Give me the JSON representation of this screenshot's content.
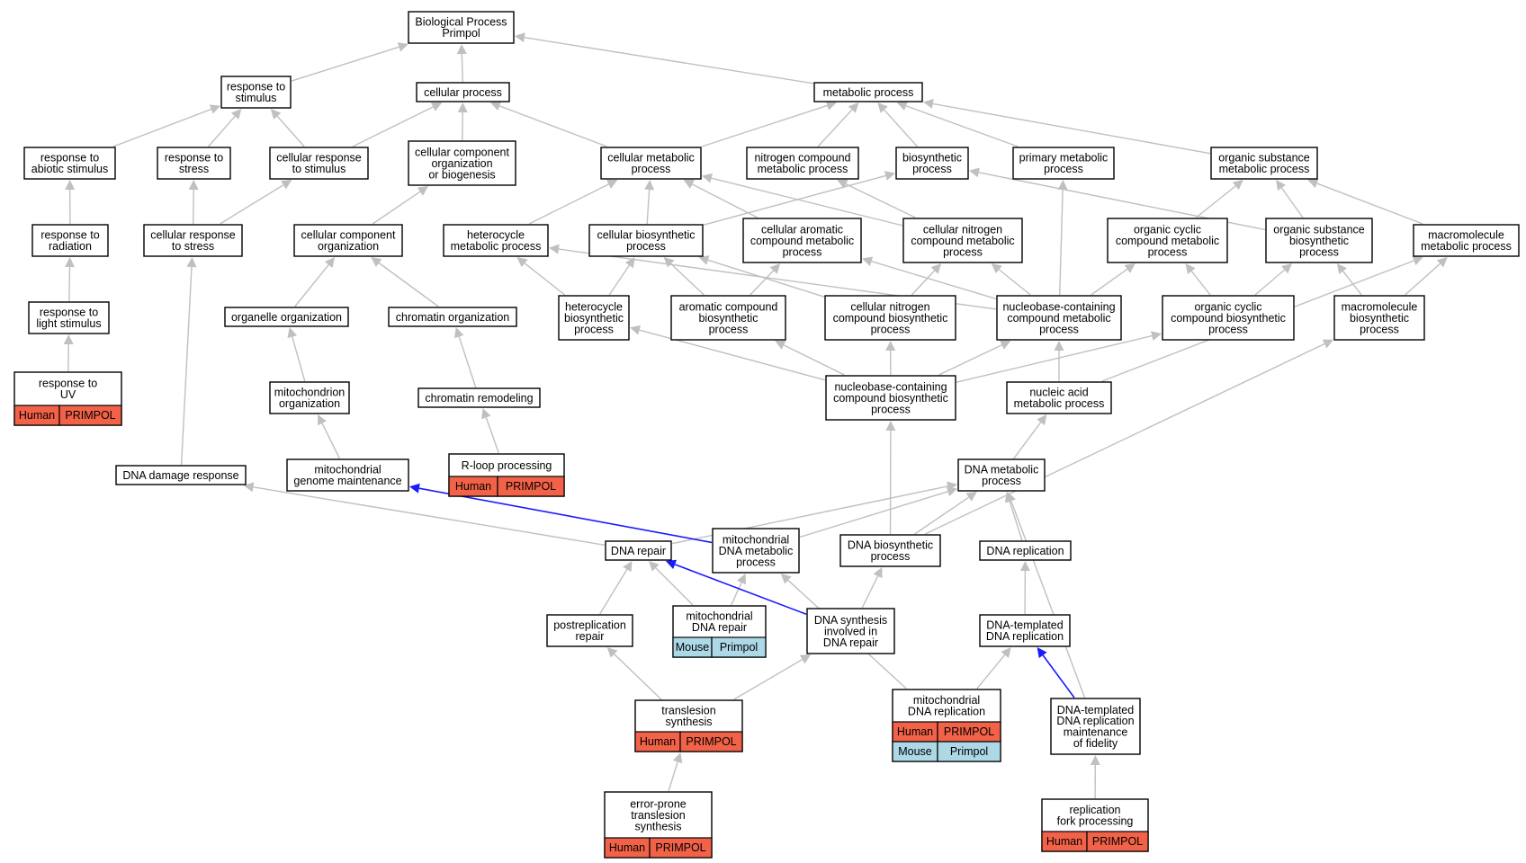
{
  "colors": {
    "human": "#f26248",
    "mouse": "#add8e6",
    "edge": "#c0c0c0",
    "highlight_edge": "#1a1aff",
    "border": "#000000"
  },
  "nodes": {
    "bp": {
      "lines": [
        "Biological Process",
        "Primpol"
      ]
    },
    "resp_stim": {
      "lines": [
        "response to",
        "stimulus"
      ]
    },
    "cell_proc": {
      "lines": [
        "cellular process"
      ]
    },
    "met_proc": {
      "lines": [
        "metabolic process"
      ]
    },
    "resp_abiotic": {
      "lines": [
        "response to",
        "abiotic stimulus"
      ]
    },
    "resp_stress": {
      "lines": [
        "response to",
        "stress"
      ]
    },
    "cell_resp_stim": {
      "lines": [
        "cellular response",
        "to stimulus"
      ]
    },
    "ccob": {
      "lines": [
        "cellular component",
        "organization",
        "or biogenesis"
      ]
    },
    "cell_met": {
      "lines": [
        "cellular metabolic",
        "process"
      ]
    },
    "nitro_met": {
      "lines": [
        "nitrogen compound",
        "metabolic process"
      ]
    },
    "biosyn": {
      "lines": [
        "biosynthetic",
        "process"
      ]
    },
    "prim_met": {
      "lines": [
        "primary metabolic",
        "process"
      ]
    },
    "org_sub_met": {
      "lines": [
        "organic substance",
        "metabolic process"
      ]
    },
    "resp_rad": {
      "lines": [
        "response to",
        "radiation"
      ]
    },
    "cell_resp_stress": {
      "lines": [
        "cellular response",
        "to stress"
      ]
    },
    "cc_org": {
      "lines": [
        "cellular component",
        "organization"
      ]
    },
    "hetero_met": {
      "lines": [
        "heterocycle",
        "metabolic process"
      ]
    },
    "cell_biosyn": {
      "lines": [
        "cellular biosynthetic",
        "process"
      ]
    },
    "cell_arom_met": {
      "lines": [
        "cellular aromatic",
        "compound metabolic",
        "process"
      ]
    },
    "cell_nitro_met": {
      "lines": [
        "cellular nitrogen",
        "compound metabolic",
        "process"
      ]
    },
    "org_cyc_met": {
      "lines": [
        "organic cyclic",
        "compound metabolic",
        "process"
      ]
    },
    "org_sub_biosyn": {
      "lines": [
        "organic substance",
        "biosynthetic",
        "process"
      ]
    },
    "macro_met": {
      "lines": [
        "macromolecule",
        "metabolic process"
      ]
    },
    "resp_light": {
      "lines": [
        "response to",
        "light stimulus"
      ]
    },
    "organelle_org": {
      "lines": [
        "organelle organization"
      ]
    },
    "chrom_org": {
      "lines": [
        "chromatin organization"
      ]
    },
    "hetero_biosyn": {
      "lines": [
        "heterocycle",
        "biosynthetic",
        "process"
      ]
    },
    "arom_biosyn": {
      "lines": [
        "aromatic compound",
        "biosynthetic",
        "process"
      ]
    },
    "cell_nitro_biosyn": {
      "lines": [
        "cellular nitrogen",
        "compound biosynthetic",
        "process"
      ]
    },
    "nucbase_met": {
      "lines": [
        "nucleobase-containing",
        "compound metabolic",
        "process"
      ]
    },
    "org_cyc_biosyn": {
      "lines": [
        "organic cyclic",
        "compound biosynthetic",
        "process"
      ]
    },
    "macro_biosyn": {
      "lines": [
        "macromolecule",
        "biosynthetic",
        "process"
      ]
    },
    "resp_uv": {
      "lines": [
        "response to",
        "UV"
      ],
      "rows": [
        [
          "Human",
          "PRIMPOL"
        ]
      ]
    },
    "mito_org": {
      "lines": [
        "mitochondrion",
        "organization"
      ]
    },
    "chrom_remod": {
      "lines": [
        "chromatin remodeling"
      ]
    },
    "nucbase_biosyn": {
      "lines": [
        "nucleobase-containing",
        "compound biosynthetic",
        "process"
      ]
    },
    "nuc_acid_met": {
      "lines": [
        "nucleic acid",
        "metabolic process"
      ]
    },
    "dna_dmg": {
      "lines": [
        "DNA damage response"
      ]
    },
    "mito_genome": {
      "lines": [
        "mitochondrial",
        "genome maintenance"
      ]
    },
    "rloop": {
      "lines": [
        "R-loop processing"
      ],
      "rows": [
        [
          "Human",
          "PRIMPOL"
        ]
      ]
    },
    "dna_met": {
      "lines": [
        "DNA metabolic",
        "process"
      ]
    },
    "dna_repair": {
      "lines": [
        "DNA repair"
      ]
    },
    "mito_dna_met": {
      "lines": [
        "mitochondrial",
        "DNA metabolic",
        "process"
      ]
    },
    "dna_biosyn": {
      "lines": [
        "DNA biosynthetic",
        "process"
      ]
    },
    "dna_repl": {
      "lines": [
        "DNA replication"
      ]
    },
    "postrepl": {
      "lines": [
        "postreplication",
        "repair"
      ]
    },
    "mito_dna_repair": {
      "lines": [
        "mitochondrial",
        "DNA repair"
      ],
      "rows": [
        [
          "Mouse",
          "Primpol"
        ]
      ]
    },
    "dna_synth_repair": {
      "lines": [
        "DNA synthesis",
        "involved in",
        "DNA repair"
      ]
    },
    "dna_templ_repl": {
      "lines": [
        "DNA-templated",
        "DNA replication"
      ]
    },
    "tls": {
      "lines": [
        "translesion",
        "synthesis"
      ],
      "rows": [
        [
          "Human",
          "PRIMPOL"
        ]
      ]
    },
    "mito_dna_repl": {
      "lines": [
        "mitochondrial",
        "DNA replication"
      ],
      "rows": [
        [
          "Human",
          "PRIMPOL"
        ],
        [
          "Mouse",
          "Primpol"
        ]
      ]
    },
    "fidelity": {
      "lines": [
        "DNA-templated",
        "DNA replication",
        "maintenance",
        "of fidelity"
      ]
    },
    "ep_tls": {
      "lines": [
        "error-prone",
        "translesion",
        "synthesis"
      ],
      "rows": [
        [
          "Human",
          "PRIMPOL"
        ]
      ]
    },
    "fork": {
      "lines": [
        "replication",
        "fork processing"
      ],
      "rows": [
        [
          "Human",
          "PRIMPOL"
        ]
      ]
    }
  },
  "edges": [
    [
      "resp_stim",
      "bp"
    ],
    [
      "cell_proc",
      "bp"
    ],
    [
      "met_proc",
      "bp"
    ],
    [
      "resp_abiotic",
      "resp_stim"
    ],
    [
      "resp_stress",
      "resp_stim"
    ],
    [
      "cell_resp_stim",
      "resp_stim"
    ],
    [
      "cell_resp_stim",
      "cell_proc"
    ],
    [
      "ccob",
      "cell_proc"
    ],
    [
      "cell_met",
      "cell_proc"
    ],
    [
      "cell_met",
      "met_proc"
    ],
    [
      "nitro_met",
      "met_proc"
    ],
    [
      "biosyn",
      "met_proc"
    ],
    [
      "prim_met",
      "met_proc"
    ],
    [
      "org_sub_met",
      "met_proc"
    ],
    [
      "resp_rad",
      "resp_abiotic"
    ],
    [
      "cell_resp_stress",
      "resp_stress"
    ],
    [
      "cell_resp_stress",
      "cell_resp_stim"
    ],
    [
      "cc_org",
      "ccob"
    ],
    [
      "hetero_met",
      "cell_met"
    ],
    [
      "cell_biosyn",
      "cell_met"
    ],
    [
      "cell_biosyn",
      "biosyn"
    ],
    [
      "cell_arom_met",
      "cell_met"
    ],
    [
      "cell_nitro_met",
      "cell_met"
    ],
    [
      "cell_nitro_met",
      "nitro_met"
    ],
    [
      "org_cyc_met",
      "org_sub_met"
    ],
    [
      "org_sub_biosyn",
      "org_sub_met"
    ],
    [
      "org_sub_biosyn",
      "biosyn"
    ],
    [
      "macro_met",
      "org_sub_met"
    ],
    [
      "resp_light",
      "resp_rad"
    ],
    [
      "organelle_org",
      "cc_org"
    ],
    [
      "chrom_org",
      "cc_org"
    ],
    [
      "hetero_biosyn",
      "hetero_met"
    ],
    [
      "hetero_biosyn",
      "cell_biosyn"
    ],
    [
      "arom_biosyn",
      "cell_arom_met"
    ],
    [
      "arom_biosyn",
      "cell_biosyn"
    ],
    [
      "cell_nitro_biosyn",
      "cell_nitro_met"
    ],
    [
      "cell_nitro_biosyn",
      "cell_biosyn"
    ],
    [
      "nucbase_met",
      "hetero_met"
    ],
    [
      "nucbase_met",
      "cell_arom_met"
    ],
    [
      "nucbase_met",
      "cell_nitro_met"
    ],
    [
      "nucbase_met",
      "org_cyc_met"
    ],
    [
      "nucbase_met",
      "prim_met"
    ],
    [
      "org_cyc_biosyn",
      "org_cyc_met"
    ],
    [
      "org_cyc_biosyn",
      "org_sub_biosyn"
    ],
    [
      "macro_biosyn",
      "macro_met"
    ],
    [
      "macro_biosyn",
      "org_sub_biosyn"
    ],
    [
      "resp_uv",
      "resp_light"
    ],
    [
      "mito_org",
      "organelle_org"
    ],
    [
      "chrom_remod",
      "chrom_org"
    ],
    [
      "nucbase_biosyn",
      "hetero_biosyn"
    ],
    [
      "nucbase_biosyn",
      "arom_biosyn"
    ],
    [
      "nucbase_biosyn",
      "cell_nitro_biosyn"
    ],
    [
      "nucbase_biosyn",
      "nucbase_met"
    ],
    [
      "nucbase_biosyn",
      "org_cyc_biosyn"
    ],
    [
      "nuc_acid_met",
      "nucbase_met"
    ],
    [
      "nuc_acid_met",
      "macro_met"
    ],
    [
      "dna_dmg",
      "cell_resp_stress"
    ],
    [
      "mito_genome",
      "mito_org"
    ],
    [
      "rloop",
      "chrom_remod"
    ],
    [
      "dna_met",
      "nuc_acid_met"
    ],
    [
      "dna_repair",
      "dna_dmg"
    ],
    [
      "dna_repair",
      "dna_met"
    ],
    [
      "mito_dna_met",
      "dna_met"
    ],
    [
      "mito_dna_met",
      "mito_genome"
    ],
    [
      "dna_biosyn",
      "dna_met"
    ],
    [
      "dna_biosyn",
      "nucbase_biosyn"
    ],
    [
      "dna_biosyn",
      "macro_biosyn"
    ],
    [
      "dna_repl",
      "dna_met"
    ],
    [
      "postrepl",
      "dna_repair"
    ],
    [
      "mito_dna_repair",
      "dna_repair"
    ],
    [
      "mito_dna_repair",
      "mito_dna_met"
    ],
    [
      "dna_synth_repair",
      "dna_repair"
    ],
    [
      "dna_synth_repair",
      "dna_biosyn"
    ],
    [
      "dna_templ_repl",
      "dna_repl"
    ],
    [
      "tls",
      "postrepl"
    ],
    [
      "tls",
      "dna_synth_repair"
    ],
    [
      "mito_dna_repl",
      "mito_dna_met"
    ],
    [
      "mito_dna_repl",
      "dna_templ_repl"
    ],
    [
      "fidelity",
      "dna_templ_repl"
    ],
    [
      "fidelity",
      "dna_met"
    ],
    [
      "ep_tls",
      "tls"
    ],
    [
      "fork",
      "fidelity"
    ]
  ],
  "highlighted_edges": [
    [
      "mito_dna_met",
      "mito_genome"
    ],
    [
      "dna_synth_repair",
      "dna_repair"
    ],
    [
      "fidelity",
      "dna_templ_repl"
    ]
  ]
}
